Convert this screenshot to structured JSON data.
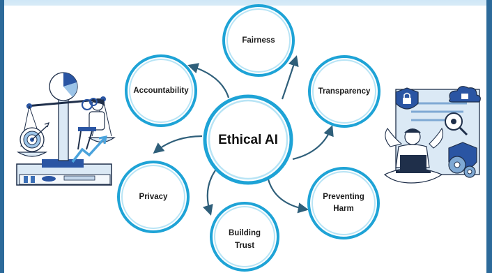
{
  "center": {
    "label": "Ethical AI"
  },
  "nodes": {
    "fairness": {
      "label": "Fairness"
    },
    "accountability": {
      "label": "Accountability"
    },
    "transparency": {
      "label": "Transparency"
    },
    "privacy": {
      "label": "Privacy"
    },
    "preventing_harm": {
      "line1": "Preventing",
      "line2": "Harm"
    },
    "building_trust": {
      "line1": "Building",
      "line2": "Trust"
    }
  },
  "colors": {
    "ring_outer": "#1ea3d6",
    "ring_inner": "#b8e4f5",
    "arrow": "#2f5f7a",
    "frame": "#2c6a9a"
  },
  "illustrations": {
    "left": "justice-scale-illustration",
    "right": "data-security-illustration"
  }
}
